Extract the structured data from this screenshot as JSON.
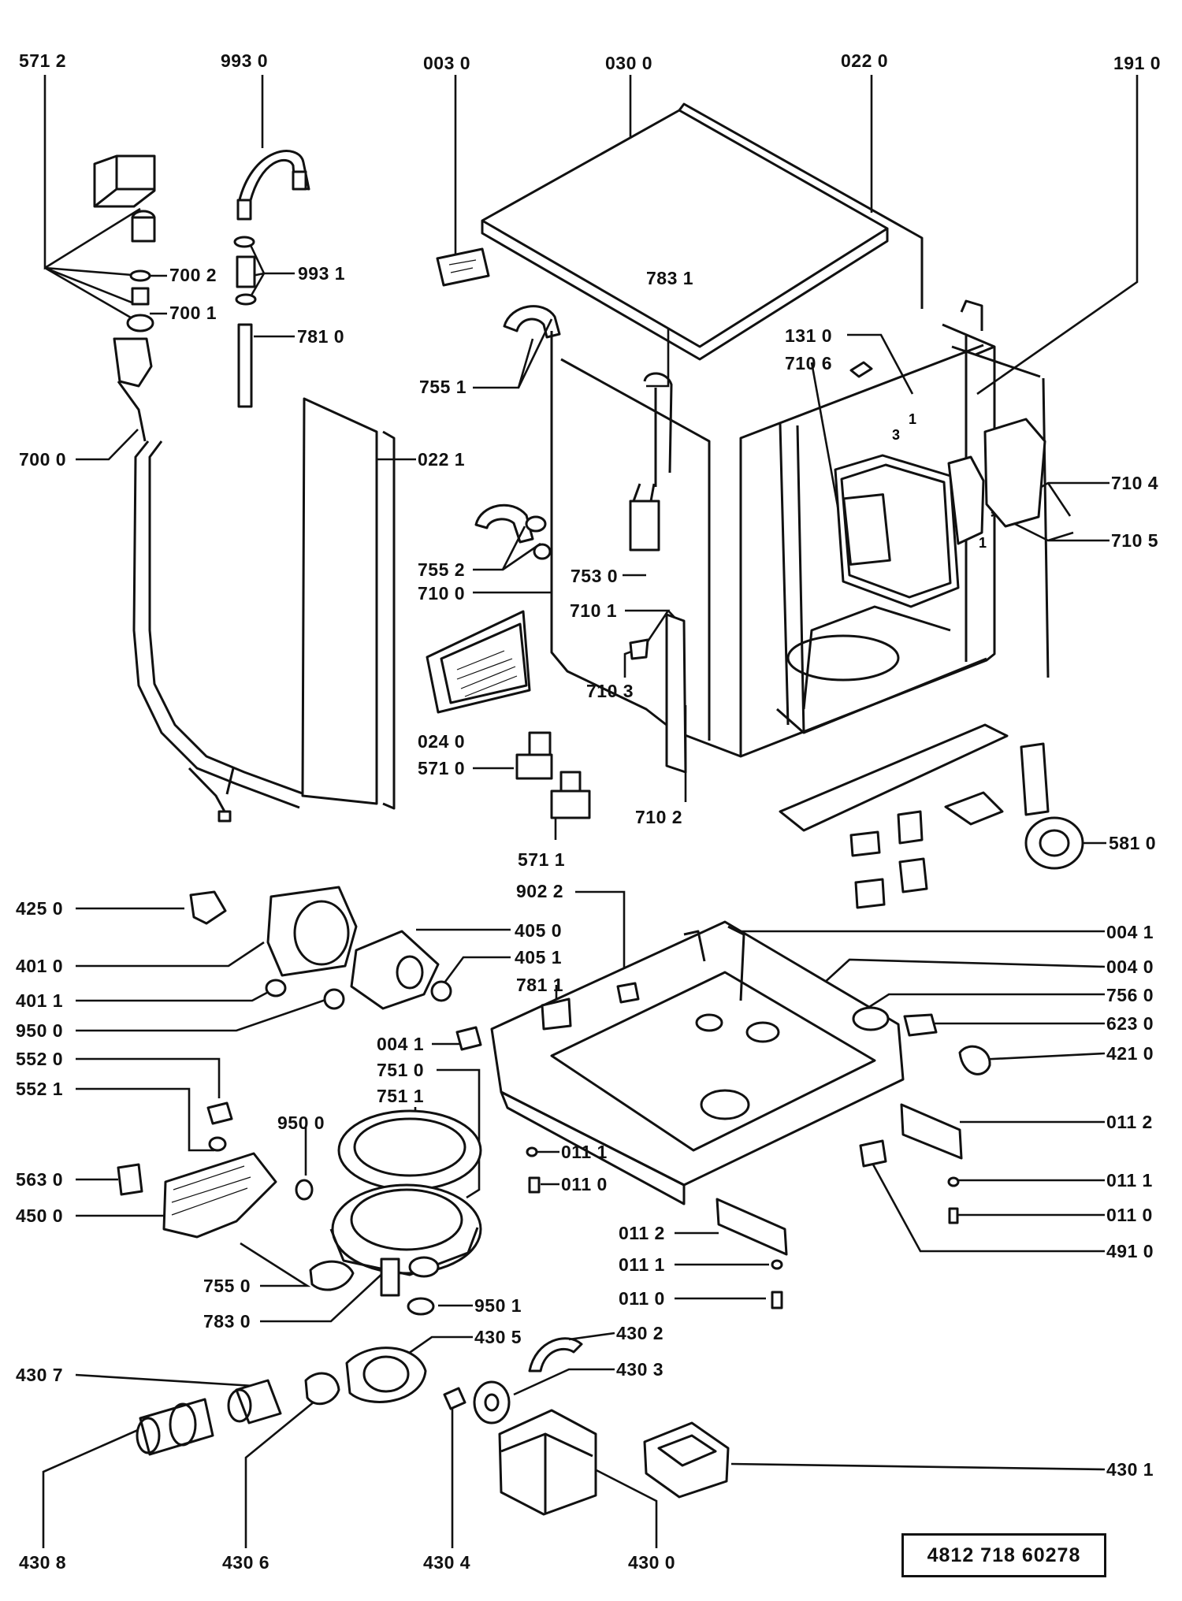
{
  "document_number": "4812 718 60278",
  "labels": [
    {
      "id": "571-2",
      "text": "571 2"
    },
    {
      "id": "993-0",
      "text": "993 0"
    },
    {
      "id": "003-0",
      "text": "003 0"
    },
    {
      "id": "030-0",
      "text": "030 0"
    },
    {
      "id": "022-0",
      "text": "022 0"
    },
    {
      "id": "191-0",
      "text": "191 0"
    },
    {
      "id": "700-2",
      "text": "700 2"
    },
    {
      "id": "993-1",
      "text": "993 1"
    },
    {
      "id": "700-1",
      "text": "700 1"
    },
    {
      "id": "781-0",
      "text": "781 0"
    },
    {
      "id": "783-1",
      "text": "783 1"
    },
    {
      "id": "131-0",
      "text": "131 0"
    },
    {
      "id": "710-6",
      "text": "710 6"
    },
    {
      "id": "755-1",
      "text": "755 1"
    },
    {
      "id": "700-0",
      "text": "700 0"
    },
    {
      "id": "022-1",
      "text": "022 1"
    },
    {
      "id": "710-4",
      "text": "710 4"
    },
    {
      "id": "710-5",
      "text": "710 5"
    },
    {
      "id": "755-2",
      "text": "755 2"
    },
    {
      "id": "753-0",
      "text": "753 0"
    },
    {
      "id": "710-0",
      "text": "710 0"
    },
    {
      "id": "710-1",
      "text": "710 1"
    },
    {
      "id": "710-3",
      "text": "710 3"
    },
    {
      "id": "024-0",
      "text": "024 0"
    },
    {
      "id": "571-0",
      "text": "571 0"
    },
    {
      "id": "710-2",
      "text": "710 2"
    },
    {
      "id": "581-0",
      "text": "581 0"
    },
    {
      "id": "571-1",
      "text": "571 1"
    },
    {
      "id": "902-2",
      "text": "902 2"
    },
    {
      "id": "425-0",
      "text": "425 0"
    },
    {
      "id": "405-0",
      "text": "405 0"
    },
    {
      "id": "004-1a",
      "text": "004 1"
    },
    {
      "id": "401-0",
      "text": "401 0"
    },
    {
      "id": "405-1",
      "text": "405 1"
    },
    {
      "id": "004-0",
      "text": "004 0"
    },
    {
      "id": "781-1",
      "text": "781 1"
    },
    {
      "id": "756-0",
      "text": "756 0"
    },
    {
      "id": "401-1",
      "text": "401 1"
    },
    {
      "id": "623-0",
      "text": "623 0"
    },
    {
      "id": "950-0a",
      "text": "950 0"
    },
    {
      "id": "004-1b",
      "text": "004 1"
    },
    {
      "id": "421-0",
      "text": "421 0"
    },
    {
      "id": "552-0",
      "text": "552 0"
    },
    {
      "id": "751-0",
      "text": "751 0"
    },
    {
      "id": "552-1",
      "text": "552 1"
    },
    {
      "id": "751-1",
      "text": "751 1"
    },
    {
      "id": "011-2a",
      "text": "011 2"
    },
    {
      "id": "950-0b",
      "text": "950 0"
    },
    {
      "id": "011-1a",
      "text": "011 1"
    },
    {
      "id": "563-0",
      "text": "563 0"
    },
    {
      "id": "011-0a",
      "text": "011 0"
    },
    {
      "id": "011-1b",
      "text": "011 1"
    },
    {
      "id": "450-0",
      "text": "450 0"
    },
    {
      "id": "011-0b",
      "text": "011 0"
    },
    {
      "id": "011-2b",
      "text": "011 2"
    },
    {
      "id": "491-0",
      "text": "491 0"
    },
    {
      "id": "755-0",
      "text": "755 0"
    },
    {
      "id": "011-1c",
      "text": "011 1"
    },
    {
      "id": "783-0",
      "text": "783 0"
    },
    {
      "id": "011-0c",
      "text": "011 0"
    },
    {
      "id": "950-1",
      "text": "950 1"
    },
    {
      "id": "430-5",
      "text": "430 5"
    },
    {
      "id": "430-2",
      "text": "430 2"
    },
    {
      "id": "430-7",
      "text": "430 7"
    },
    {
      "id": "430-3",
      "text": "430 3"
    },
    {
      "id": "430-1",
      "text": "430 1"
    },
    {
      "id": "430-8",
      "text": "430 8"
    },
    {
      "id": "430-6",
      "text": "430 6"
    },
    {
      "id": "430-4",
      "text": "430 4"
    },
    {
      "id": "430-0",
      "text": "430 0"
    }
  ]
}
